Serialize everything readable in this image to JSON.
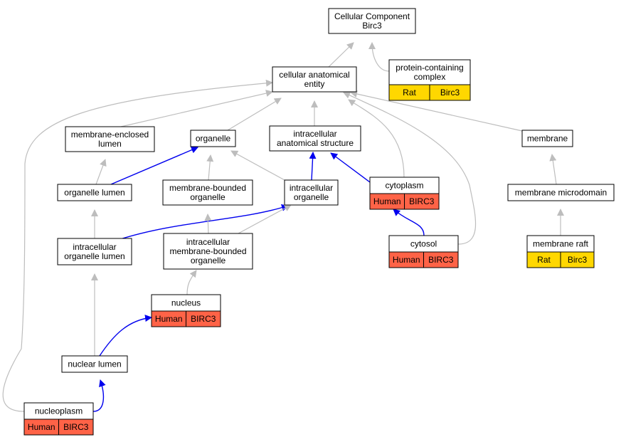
{
  "colors": {
    "edge_gray": "#bdbdbd",
    "edge_blue": "#0000ee",
    "human": "#ff6347",
    "rat": "#ffd700",
    "node_border": "#000000"
  },
  "nodes": {
    "cellular_component": {
      "lines": [
        "Cellular Component",
        "Birc3"
      ]
    },
    "protein_containing_complex": {
      "lines": [
        "protein-containing",
        "complex"
      ],
      "tags": [
        "Rat",
        "Birc3"
      ],
      "tag_color": "rat"
    },
    "cellular_anatomical_entity": {
      "lines": [
        "cellular anatomical",
        "entity"
      ]
    },
    "membrane_enclosed_lumen": {
      "lines": [
        "membrane-enclosed",
        "lumen"
      ]
    },
    "organelle": {
      "lines": [
        "organelle"
      ]
    },
    "intracellular_anatomical_structure": {
      "lines": [
        "intracellular",
        "anatomical structure"
      ]
    },
    "membrane": {
      "lines": [
        "membrane"
      ]
    },
    "organelle_lumen": {
      "lines": [
        "organelle lumen"
      ]
    },
    "membrane_bounded_organelle": {
      "lines": [
        "membrane-bounded",
        "organelle"
      ]
    },
    "intracellular_organelle": {
      "lines": [
        "intracellular",
        "organelle"
      ]
    },
    "cytoplasm": {
      "lines": [
        "cytoplasm"
      ],
      "tags": [
        "Human",
        "BIRC3"
      ],
      "tag_color": "human"
    },
    "membrane_microdomain": {
      "lines": [
        "membrane microdomain"
      ]
    },
    "intracellular_organelle_lumen": {
      "lines": [
        "intracellular",
        "organelle lumen"
      ]
    },
    "intracellular_membrane_bounded_organelle": {
      "lines": [
        "intracellular",
        "membrane-bounded",
        "organelle"
      ]
    },
    "cytosol": {
      "lines": [
        "cytosol"
      ],
      "tags": [
        "Human",
        "BIRC3"
      ],
      "tag_color": "human"
    },
    "membrane_raft": {
      "lines": [
        "membrane raft"
      ],
      "tags": [
        "Rat",
        "Birc3"
      ],
      "tag_color": "rat"
    },
    "nucleus": {
      "lines": [
        "nucleus"
      ],
      "tags": [
        "Human",
        "BIRC3"
      ],
      "tag_color": "human"
    },
    "nuclear_lumen": {
      "lines": [
        "nuclear lumen"
      ]
    },
    "nucleoplasm": {
      "lines": [
        "nucleoplasm"
      ],
      "tags": [
        "Human",
        "BIRC3"
      ],
      "tag_color": "human"
    }
  },
  "edges": [
    {
      "from": "cellular_anatomical_entity",
      "to": "cellular_component",
      "color": "gray"
    },
    {
      "from": "protein_containing_complex",
      "to": "cellular_component",
      "color": "gray"
    },
    {
      "from": "membrane_enclosed_lumen",
      "to": "cellular_anatomical_entity",
      "color": "gray"
    },
    {
      "from": "organelle",
      "to": "cellular_anatomical_entity",
      "color": "gray"
    },
    {
      "from": "intracellular_anatomical_structure",
      "to": "cellular_anatomical_entity",
      "color": "gray"
    },
    {
      "from": "membrane",
      "to": "cellular_anatomical_entity",
      "color": "gray"
    },
    {
      "from": "cytoplasm",
      "to": "cellular_anatomical_entity",
      "color": "gray"
    },
    {
      "from": "cytosol",
      "to": "cellular_anatomical_entity",
      "color": "gray"
    },
    {
      "from": "nucleoplasm",
      "to": "cellular_anatomical_entity",
      "color": "gray"
    },
    {
      "from": "organelle_lumen",
      "to": "membrane_enclosed_lumen",
      "color": "gray"
    },
    {
      "from": "organelle_lumen",
      "to": "organelle",
      "color": "blue"
    },
    {
      "from": "membrane_bounded_organelle",
      "to": "organelle",
      "color": "gray"
    },
    {
      "from": "intracellular_organelle",
      "to": "organelle",
      "color": "gray"
    },
    {
      "from": "intracellular_organelle",
      "to": "intracellular_anatomical_structure",
      "color": "blue"
    },
    {
      "from": "cytoplasm",
      "to": "intracellular_anatomical_structure",
      "color": "blue"
    },
    {
      "from": "membrane_microdomain",
      "to": "membrane",
      "color": "gray"
    },
    {
      "from": "intracellular_organelle_lumen",
      "to": "organelle_lumen",
      "color": "gray"
    },
    {
      "from": "intracellular_organelle_lumen",
      "to": "intracellular_organelle",
      "color": "blue"
    },
    {
      "from": "intracellular_membrane_bounded_organelle",
      "to": "membrane_bounded_organelle",
      "color": "gray"
    },
    {
      "from": "intracellular_membrane_bounded_organelle",
      "to": "intracellular_organelle",
      "color": "gray"
    },
    {
      "from": "cytosol",
      "to": "cytoplasm",
      "color": "blue"
    },
    {
      "from": "membrane_raft",
      "to": "membrane_microdomain",
      "color": "gray"
    },
    {
      "from": "nucleus",
      "to": "intracellular_membrane_bounded_organelle",
      "color": "gray"
    },
    {
      "from": "nuclear_lumen",
      "to": "intracellular_organelle_lumen",
      "color": "gray"
    },
    {
      "from": "nuclear_lumen",
      "to": "nucleus",
      "color": "blue"
    },
    {
      "from": "nucleoplasm",
      "to": "nuclear_lumen",
      "color": "blue"
    }
  ]
}
